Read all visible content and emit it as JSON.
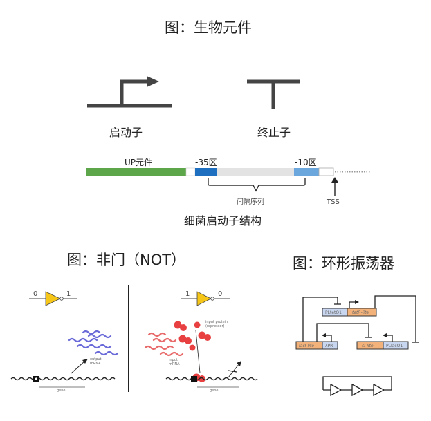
{
  "main_title": "图：生物元件",
  "promoter_label": "启动子",
  "terminator_label": "终止子",
  "promoter_structure": {
    "up_element": "UP元件",
    "minus35": "-35区",
    "minus10": "-10区",
    "spacer": "间隔序列",
    "tss": "TSS",
    "caption": "细菌启动子结构"
  },
  "not_gate": {
    "title": "图：非门（NOT）",
    "left": {
      "input": "0",
      "output": "1",
      "mrna_label": "output\nmRNA",
      "gene_label": "gene"
    },
    "right": {
      "input": "1",
      "output": "0",
      "protein_label": "input protein\n(repressor)",
      "mrna_label": "input\nmRNA",
      "gene_label": "gene"
    }
  },
  "ring_oscillator": {
    "title": "图：环形振荡器",
    "parts": [
      "PLtetO1",
      "tetR-lite",
      "lacI-lite",
      "λPR",
      "cI-lite",
      "PLlacO1"
    ]
  },
  "colors": {
    "up_green": "#5ea64a",
    "box_blue": "#1f6fc0",
    "box_lightblue": "#6ba6dc",
    "spacer_gray": "#e3e3e3",
    "gate_yellow": "#f5c518",
    "orange_part": "#f3b27a",
    "blue_part": "#c9d6ef",
    "mrna_blue": "#6a6ad8",
    "mrna_red": "#e86a6a",
    "protein_red": "#e84040"
  }
}
